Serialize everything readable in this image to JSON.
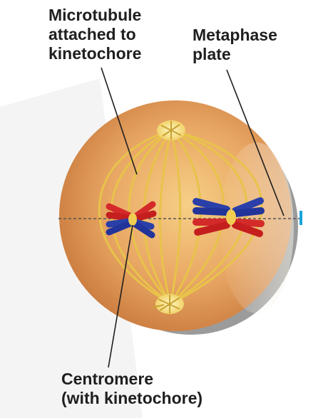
{
  "labels": {
    "microtubule": [
      "Microtubule",
      "attached to",
      "kinetochore"
    ],
    "metaphase_plate": [
      "Metaphase",
      "plate"
    ],
    "centromere": [
      "Centromere",
      "(with kinetochore)"
    ]
  },
  "colors": {
    "cell_fill": "#e09a57",
    "spindle": "#e9c64a",
    "chromatid_red": "#d42a2a",
    "chromatid_blue": "#2a3fa8",
    "plate_line": "#555555",
    "shadow": "#6b6b6b"
  }
}
